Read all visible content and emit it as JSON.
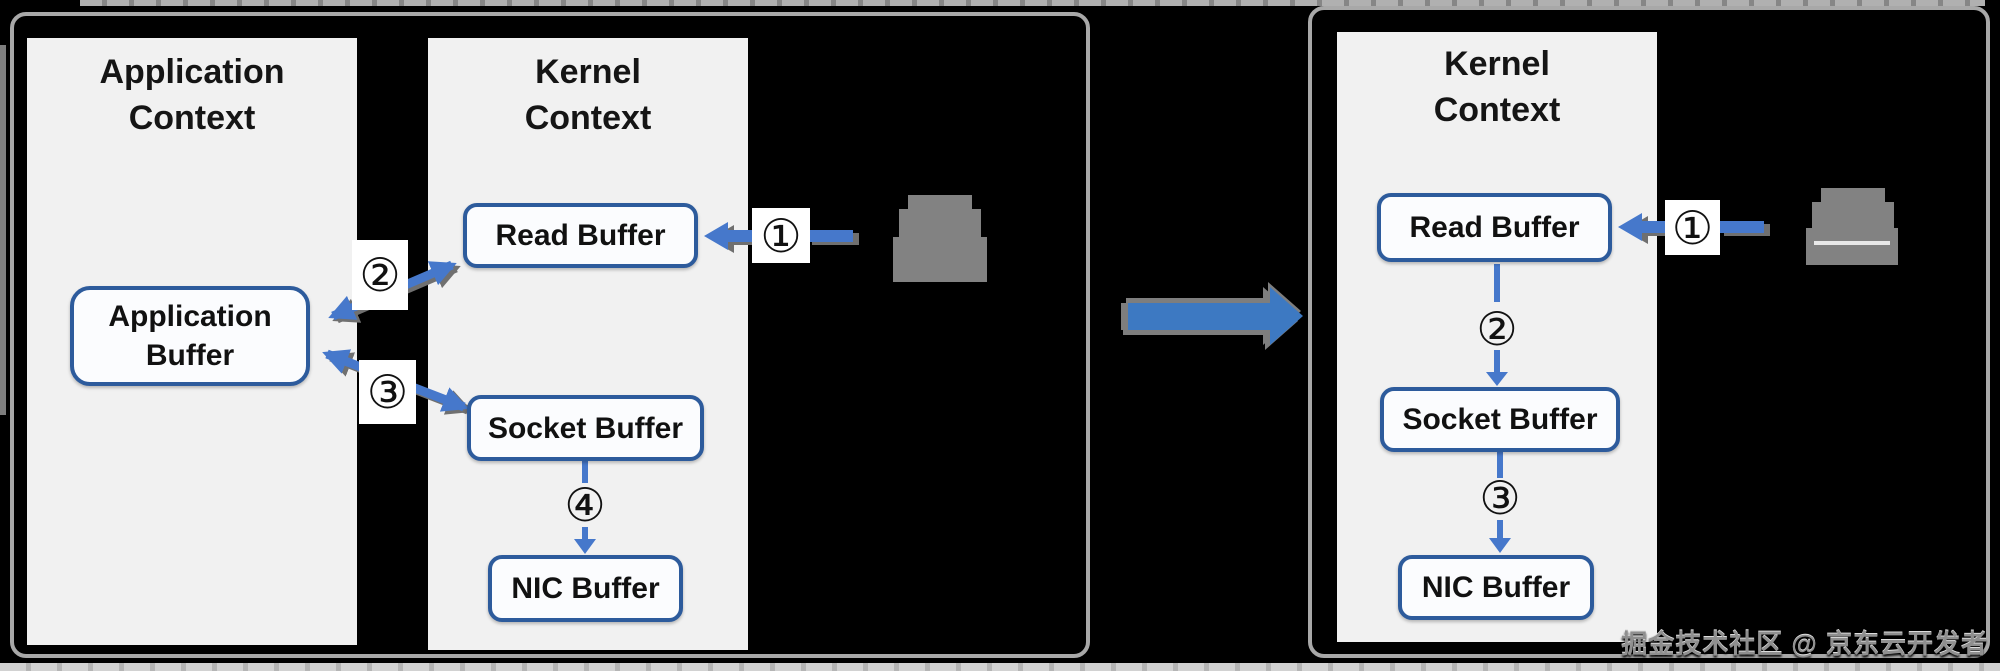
{
  "left_panel": {
    "columns": {
      "application": {
        "title": "Application Context"
      },
      "kernel": {
        "title": "Kernel Context"
      }
    },
    "boxes": {
      "application": "Application Buffer",
      "read": "Read Buffer",
      "socket": "Socket Buffer",
      "nic": "NIC Buffer"
    },
    "steps": {
      "s1": "①",
      "s2": "②",
      "s3": "③",
      "s4": "④"
    }
  },
  "right_panel": {
    "columns": {
      "kernel": {
        "title": "Kernel Context"
      }
    },
    "boxes": {
      "read": "Read Buffer",
      "socket": "Socket Buffer",
      "nic": "NIC Buffer"
    },
    "steps": {
      "s1": "①",
      "s2": "②",
      "s3": "③"
    }
  },
  "icons": {
    "disk_left": "hard-disk-icon",
    "disk_right": "hard-disk-icon",
    "transition": "right-arrow-icon"
  },
  "watermark": {
    "text": "掘金技术社区 @ 京东云开发者"
  },
  "colors": {
    "background": "#000000",
    "panel_border": "#a8a8a8",
    "column_bg": "#f1f1f1",
    "box_border_blue": "#2d5b9c",
    "box_fill": "#fbfcfe",
    "arrow_blue": "#4678cb",
    "big_arrow_blue": "#3d79c2",
    "disk_gray": "#828282"
  }
}
